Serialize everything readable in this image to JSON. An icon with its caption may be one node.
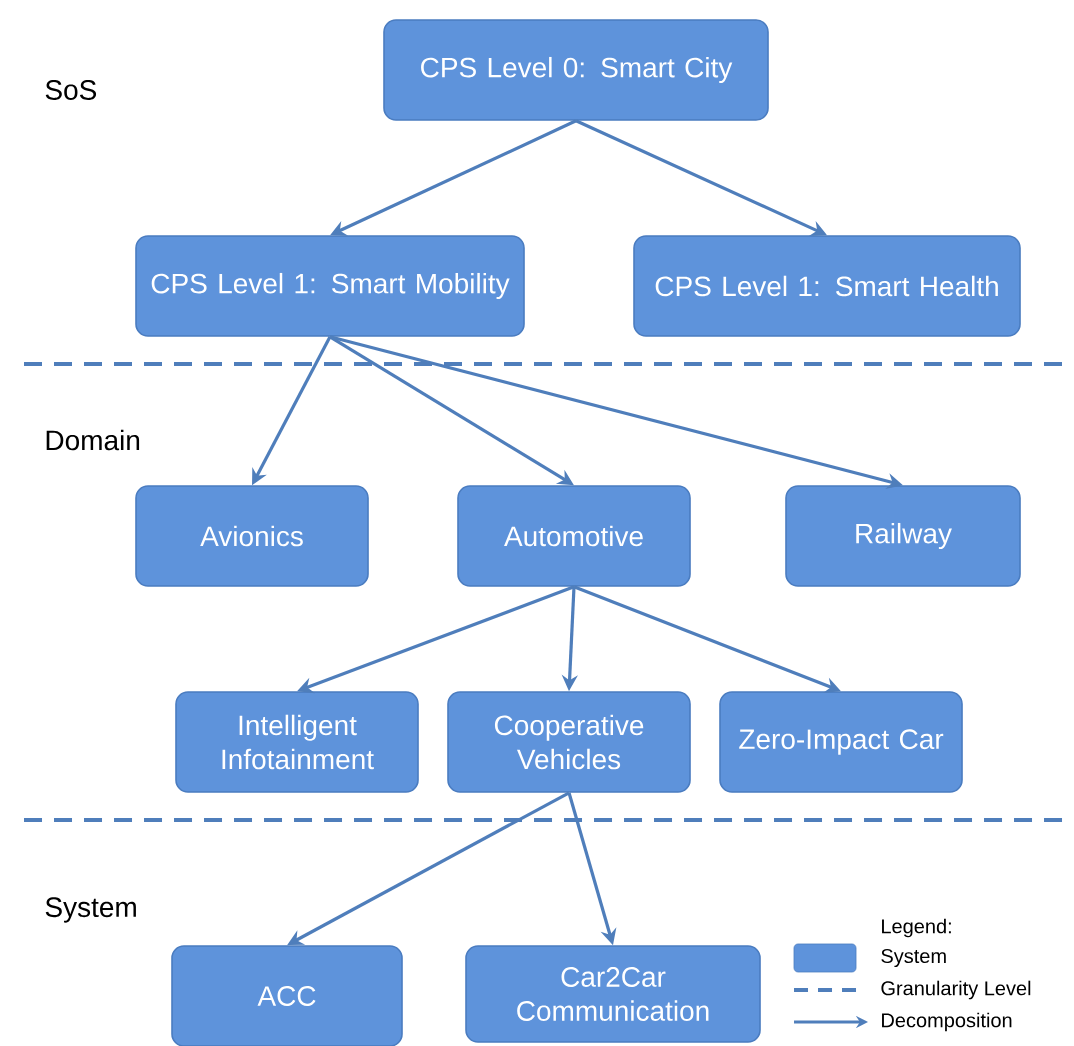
{
  "diagram": {
    "nodes": [
      {
        "text": [
          "CPS Level 0: Smart City"
        ]
      },
      {
        "text": [
          "CPS Level 1: Smart Mobility"
        ]
      },
      {
        "text": [
          "CPS Level 1: Smart Health"
        ]
      },
      {
        "text": [
          "Avionics"
        ]
      },
      {
        "text": [
          "Automotive"
        ]
      },
      {
        "text": [
          "Railway"
        ]
      },
      {
        "text": [
          "Intelligent Infotainment"
        ]
      },
      {
        "text": [
          "Cooperative Vehicles"
        ]
      },
      {
        "text": [
          "Zero-Impact Car"
        ]
      },
      {
        "text": [
          "ACC"
        ]
      },
      {
        "text": [
          "Car2Car Communication"
        ]
      }
    ],
    "edges": [
      {
        "from": 0,
        "to": 1,
        "arrow": "to"
      },
      {
        "from": 0,
        "to": 2,
        "arrow": "to"
      },
      {
        "from": 1,
        "to": 3,
        "arrow": "to"
      },
      {
        "from": 1,
        "to": 4,
        "arrow": "to"
      },
      {
        "from": 1,
        "to": 5,
        "arrow": "to"
      },
      {
        "from": 4,
        "to": 6,
        "arrow": "to"
      },
      {
        "from": 4,
        "to": 7,
        "arrow": "to"
      },
      {
        "from": 4,
        "to": 8,
        "arrow": "to"
      },
      {
        "from": 7,
        "to": 9,
        "arrow": "to"
      },
      {
        "from": 7,
        "to": 10,
        "arrow": "to"
      }
    ],
    "labels": [
      "SoS",
      "Domain",
      "System",
      "Legend:"
    ],
    "legend": [
      {
        "text": "System"
      },
      {
        "text": "Granularity Level"
      },
      {
        "text": "Decomposition"
      }
    ]
  }
}
